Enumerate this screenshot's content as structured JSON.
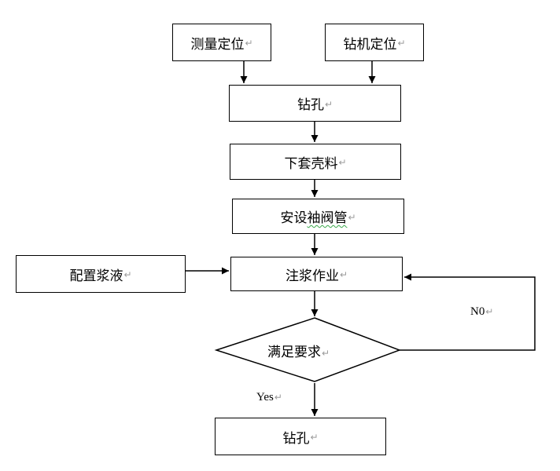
{
  "flowchart": {
    "measure": "测量定位",
    "rig": "钻机定位",
    "drill_1": "钻孔",
    "casing": "下套壳料",
    "sleeve_prefix": "安设",
    "sleeve_underlined": "袖阀管",
    "grout": "注浆作业",
    "slurry": "配置浆液",
    "decision": "满足要求",
    "drill_2": "钻孔",
    "no_label": "N0",
    "yes_label": "Yes",
    "para_mark": "↵"
  }
}
